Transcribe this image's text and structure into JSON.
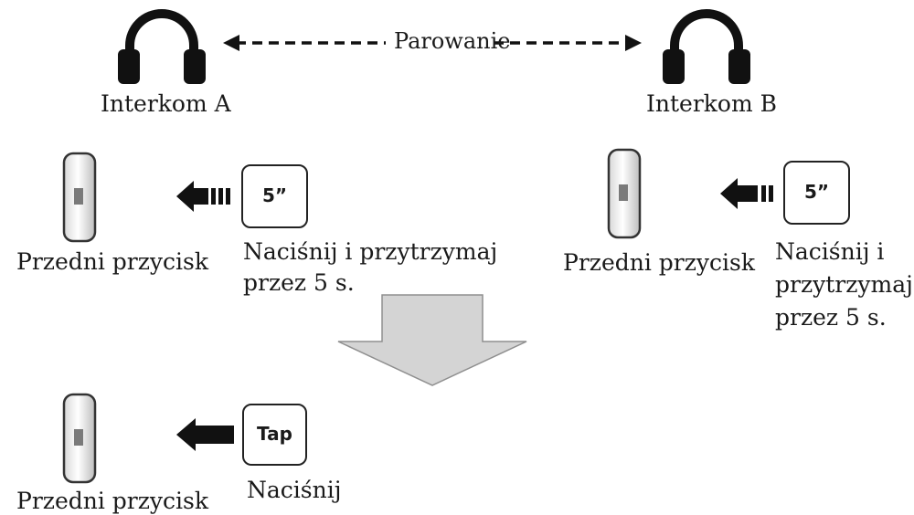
{
  "pairing": {
    "label": "Parowanie"
  },
  "intercom_a": {
    "label": "Interkom A"
  },
  "intercom_b": {
    "label": "Interkom B"
  },
  "step1_left": {
    "button_label": "Przedni przycisk",
    "key_label": "5”",
    "instruction_lines": [
      "Naciśnij i przytrzymaj",
      "przez 5 s."
    ]
  },
  "step1_right": {
    "button_label": "Przedni przycisk",
    "key_label": "5”",
    "instruction_lines": [
      "Naciśnij i",
      "przytrzymaj",
      "przez 5 s."
    ]
  },
  "step2": {
    "button_label": "Przedni przycisk",
    "key_label": "Tap",
    "instruction": "Naciśnij"
  }
}
